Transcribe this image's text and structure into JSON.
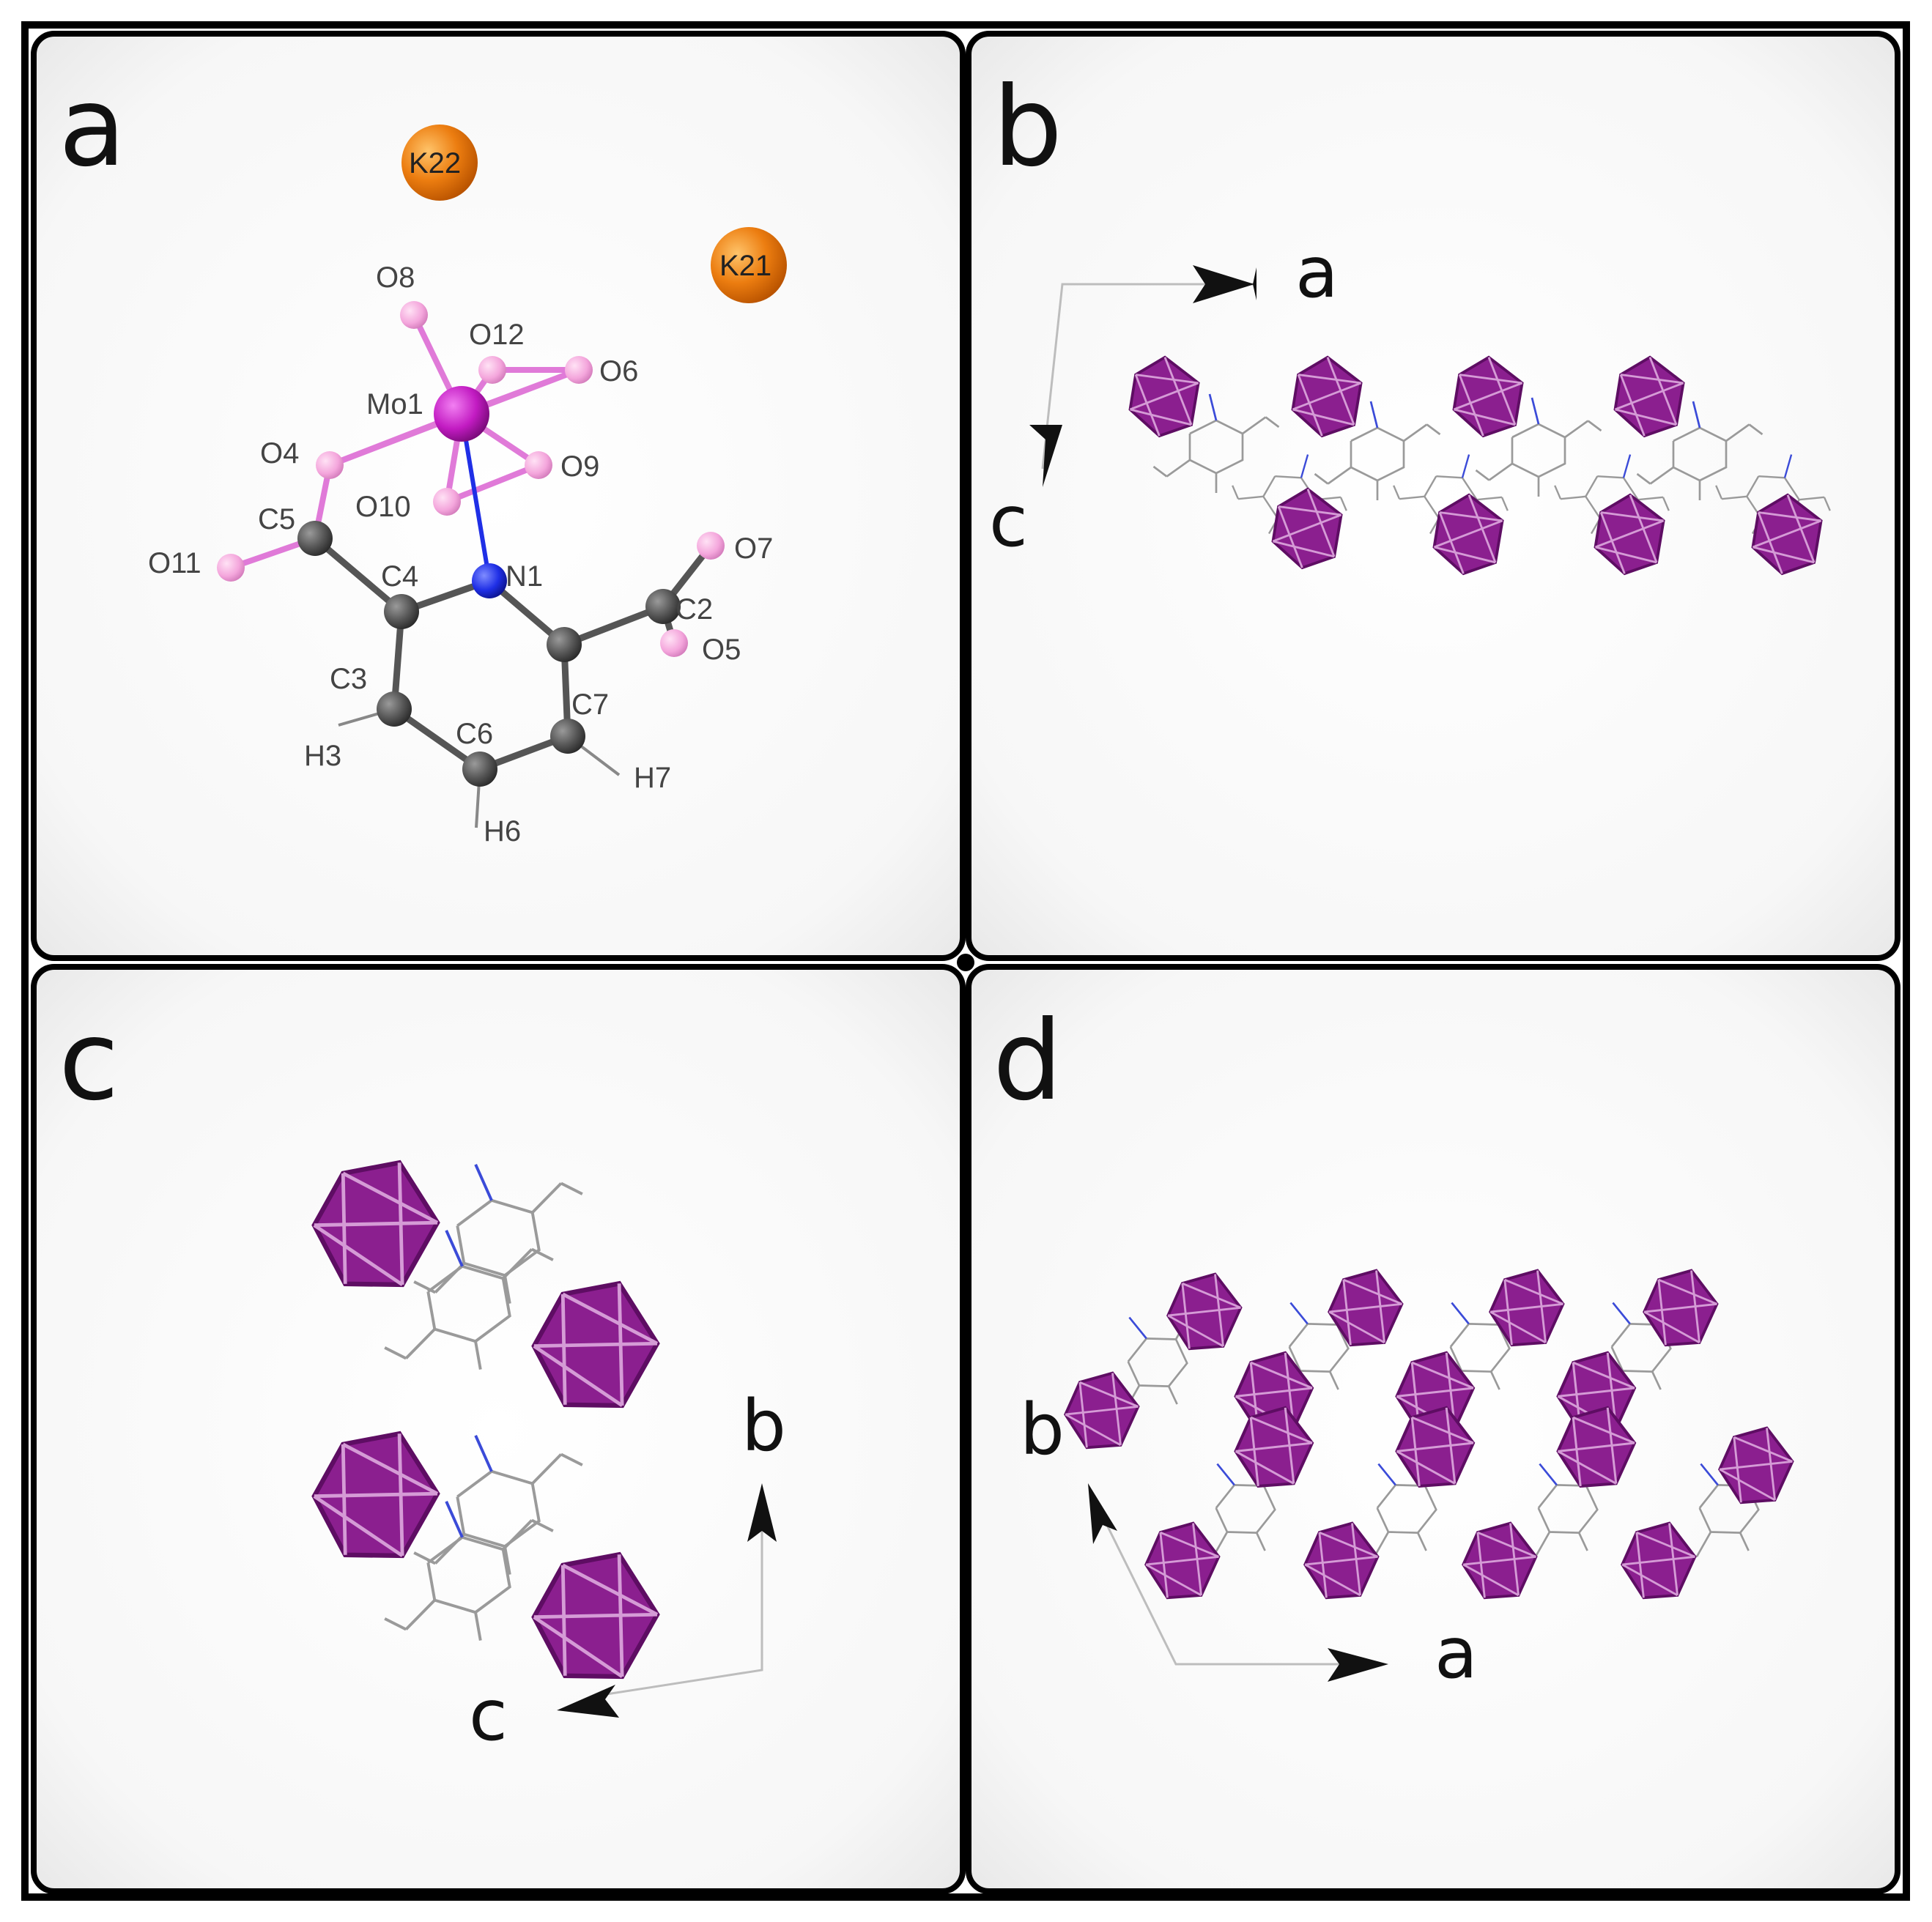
{
  "panels": {
    "a": {
      "letter": "a",
      "atoms": {
        "K22": "K22",
        "K21": "K21",
        "O8": "O8",
        "O12": "O12",
        "O6": "O6",
        "Mo1": "Mo1",
        "O4": "O4",
        "O9": "O9",
        "O10": "O10",
        "C5": "C5",
        "O11": "O11",
        "C4": "C4",
        "N1": "N1",
        "O7": "O7",
        "C2": "C2",
        "O5": "O5",
        "C3": "C3",
        "C7": "C7",
        "C6": "C6",
        "H3": "H3",
        "H7": "H7",
        "H6": "H6"
      }
    },
    "b": {
      "letter": "b",
      "axis_h": "a",
      "axis_v": "c"
    },
    "c": {
      "letter": "c",
      "axis_v": "b",
      "axis_h": "c"
    },
    "d": {
      "letter": "d",
      "axis_v": "b",
      "axis_h": "a"
    }
  },
  "colors": {
    "molybdenum": "#c21bc2",
    "oxygen": "#f7a8de",
    "nitrogen": "#1f2fe6",
    "carbon": "#555555",
    "potassium": "#e9780c",
    "octahedron": "#8b1f8f"
  }
}
